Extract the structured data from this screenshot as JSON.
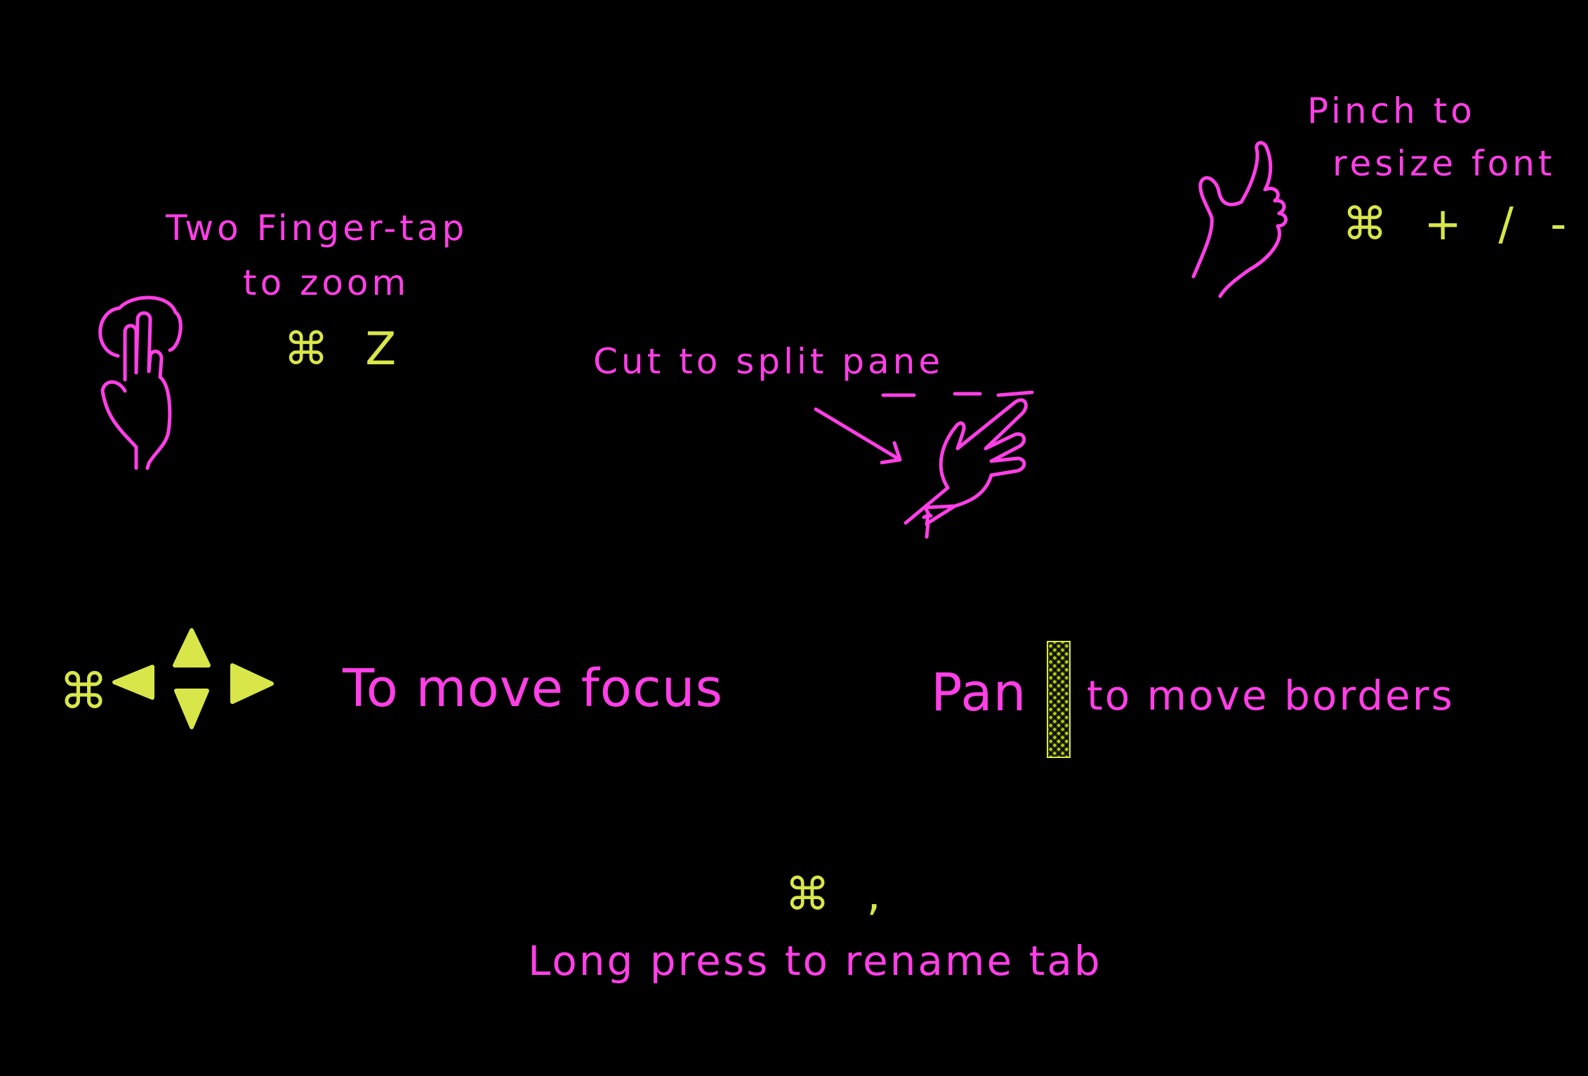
{
  "colors": {
    "background": "#000000",
    "text": "#ff3fe6",
    "key": "#d8e64a",
    "divider_dark": "#2f2f08"
  },
  "hints": {
    "zoom": {
      "line1": "Two Finger-tap",
      "line2": "to zoom",
      "shortcut": "⌘ Z",
      "icon": "two-finger-tap-hand-icon"
    },
    "split": {
      "text": "Cut to split pane",
      "icon": "cut-gesture-hand-icon",
      "arrow_icon": "arrow-icon"
    },
    "font": {
      "line1": "Pinch to",
      "line2": "resize font",
      "shortcut": "⌘ + / -",
      "icon": "pinch-hand-icon"
    },
    "focus": {
      "command_glyph": "⌘",
      "text": "To move focus",
      "icon": "arrow-keys-icon"
    },
    "borders": {
      "text_before": "Pan",
      "text_after": "to move borders",
      "icon": "pane-divider-icon"
    },
    "rename": {
      "shortcut": "⌘ ,",
      "text": "Long press to rename tab"
    }
  }
}
